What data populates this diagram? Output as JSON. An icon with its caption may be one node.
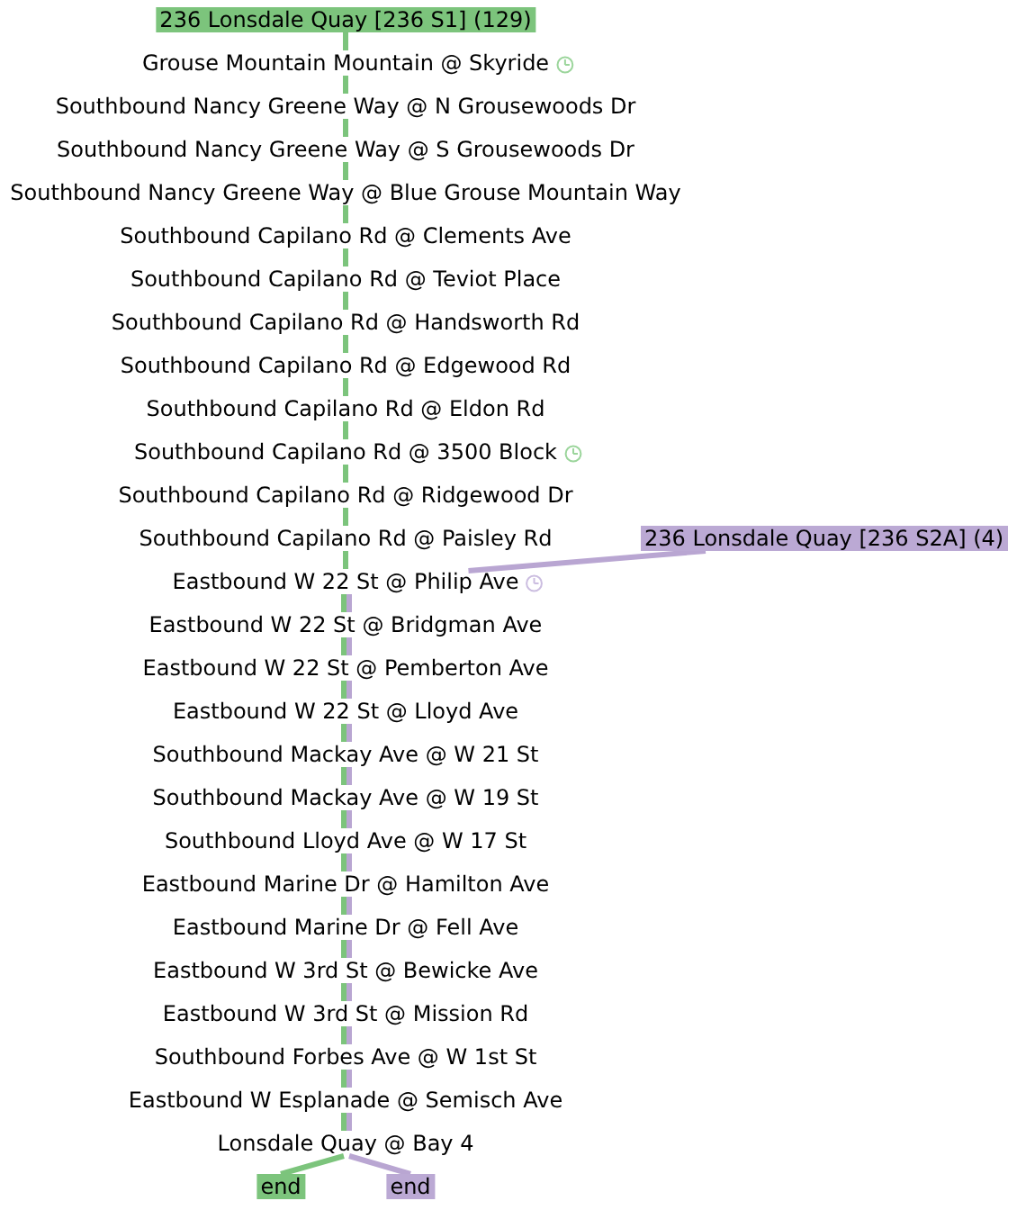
{
  "diagram": {
    "nodes": [
      {
        "text": [
          "236 Lonsdale Quay [236 S1] (129)"
        ]
      },
      {
        "text": [
          "Grouse Mountain Mountain @ Skyride"
        ]
      },
      {
        "text": [
          "Southbound Nancy Greene Way @ N Grousewoods Dr"
        ]
      },
      {
        "text": [
          "Southbound Nancy Greene Way @ S Grousewoods Dr"
        ]
      },
      {
        "text": [
          "Southbound Nancy Greene Way @ Blue Grouse Mountain Way"
        ]
      },
      {
        "text": [
          "Southbound Capilano Rd @ Clements Ave"
        ]
      },
      {
        "text": [
          "Southbound Capilano Rd @ Teviot Place"
        ]
      },
      {
        "text": [
          "Southbound Capilano Rd @ Handsworth Rd"
        ]
      },
      {
        "text": [
          "Southbound Capilano Rd @ Edgewood Rd"
        ]
      },
      {
        "text": [
          "Southbound Capilano Rd @ Eldon Rd"
        ]
      },
      {
        "text": [
          "Southbound Capilano Rd @ 3500 Block"
        ]
      },
      {
        "text": [
          "Southbound Capilano Rd @ Ridgewood Dr"
        ]
      },
      {
        "text": [
          "Southbound Capilano Rd @ Paisley Rd"
        ]
      },
      {
        "text": [
          "Eastbound W 22 St @ Philip Ave"
        ]
      },
      {
        "text": [
          "Eastbound W 22 St @ Bridgman Ave"
        ]
      },
      {
        "text": [
          "Eastbound W 22 St @ Pemberton Ave"
        ]
      },
      {
        "text": [
          "Eastbound W 22 St @ Lloyd Ave"
        ]
      },
      {
        "text": [
          "Southbound Mackay Ave @ W 21 St"
        ]
      },
      {
        "text": [
          "Southbound Mackay Ave @ W 19 St"
        ]
      },
      {
        "text": [
          "Southbound Lloyd Ave @ W 17 St"
        ]
      },
      {
        "text": [
          "Eastbound Marine Dr @ Hamilton Ave"
        ]
      },
      {
        "text": [
          "Eastbound Marine Dr @ Fell Ave"
        ]
      },
      {
        "text": [
          "Eastbound W 3rd St @ Bewicke Ave"
        ]
      },
      {
        "text": [
          "Eastbound W 3rd St @ Mission Rd"
        ]
      },
      {
        "text": [
          "Southbound Forbes Ave @ W 1st St"
        ]
      },
      {
        "text": [
          "Eastbound W Esplanade @ Semisch Ave"
        ]
      },
      {
        "text": [
          "Lonsdale Quay @ Bay 4"
        ]
      },
      {
        "text": [
          "236 Lonsdale Quay [236 S2A] (4)"
        ]
      },
      {
        "text": [
          "end"
        ]
      },
      {
        "text": [
          "end"
        ]
      }
    ],
    "edges": [
      {
        "from": 0,
        "to": 1,
        "arrow": "none"
      },
      {
        "from": 1,
        "to": 2,
        "arrow": "none"
      },
      {
        "from": 2,
        "to": 3,
        "arrow": "none"
      },
      {
        "from": 3,
        "to": 4,
        "arrow": "none"
      },
      {
        "from": 4,
        "to": 5,
        "arrow": "none"
      },
      {
        "from": 5,
        "to": 6,
        "arrow": "none"
      },
      {
        "from": 6,
        "to": 7,
        "arrow": "none"
      },
      {
        "from": 7,
        "to": 8,
        "arrow": "none"
      },
      {
        "from": 8,
        "to": 9,
        "arrow": "none"
      },
      {
        "from": 9,
        "to": 10,
        "arrow": "none"
      },
      {
        "from": 10,
        "to": 11,
        "arrow": "none"
      },
      {
        "from": 11,
        "to": 12,
        "arrow": "none"
      },
      {
        "from": 12,
        "to": 13,
        "arrow": "none"
      },
      {
        "from": 13,
        "to": 14,
        "arrow": "none"
      },
      {
        "from": 14,
        "to": 15,
        "arrow": "none"
      },
      {
        "from": 15,
        "to": 16,
        "arrow": "none"
      },
      {
        "from": 16,
        "to": 17,
        "arrow": "none"
      },
      {
        "from": 17,
        "to": 18,
        "arrow": "none"
      },
      {
        "from": 18,
        "to": 19,
        "arrow": "none"
      },
      {
        "from": 19,
        "to": 20,
        "arrow": "none"
      },
      {
        "from": 20,
        "to": 21,
        "arrow": "none"
      },
      {
        "from": 21,
        "to": 22,
        "arrow": "none"
      },
      {
        "from": 22,
        "to": 23,
        "arrow": "none"
      },
      {
        "from": 23,
        "to": 24,
        "arrow": "none"
      },
      {
        "from": 24,
        "to": 25,
        "arrow": "none"
      },
      {
        "from": 25,
        "to": 26,
        "arrow": "none"
      },
      {
        "from": 26,
        "to": 28,
        "arrow": "none"
      },
      {
        "from": 27,
        "to": 13,
        "arrow": "none",
        "color": "#b9a6d2"
      },
      {
        "from": 13,
        "to": 14,
        "arrow": "none",
        "color": "#b9a6d2"
      },
      {
        "from": 14,
        "to": 15,
        "arrow": "none",
        "color": "#b9a6d2"
      },
      {
        "from": 15,
        "to": 16,
        "arrow": "none",
        "color": "#b9a6d2"
      },
      {
        "from": 16,
        "to": 17,
        "arrow": "none",
        "color": "#b9a6d2"
      },
      {
        "from": 17,
        "to": 18,
        "arrow": "none",
        "color": "#b9a6d2"
      },
      {
        "from": 18,
        "to": 19,
        "arrow": "none",
        "color": "#b9a6d2"
      },
      {
        "from": 19,
        "to": 20,
        "arrow": "none",
        "color": "#b9a6d2"
      },
      {
        "from": 20,
        "to": 21,
        "arrow": "none",
        "color": "#b9a6d2"
      },
      {
        "from": 21,
        "to": 22,
        "arrow": "none",
        "color": "#b9a6d2"
      },
      {
        "from": 22,
        "to": 23,
        "arrow": "none",
        "color": "#b9a6d2"
      },
      {
        "from": 23,
        "to": 24,
        "arrow": "none",
        "color": "#b9a6d2"
      },
      {
        "from": 24,
        "to": 25,
        "arrow": "none",
        "color": "#b9a6d2"
      },
      {
        "from": 25,
        "to": 26,
        "arrow": "none",
        "color": "#b9a6d2"
      },
      {
        "from": 26,
        "to": 29,
        "arrow": "none",
        "color": "#b9a6d2"
      }
    ]
  }
}
